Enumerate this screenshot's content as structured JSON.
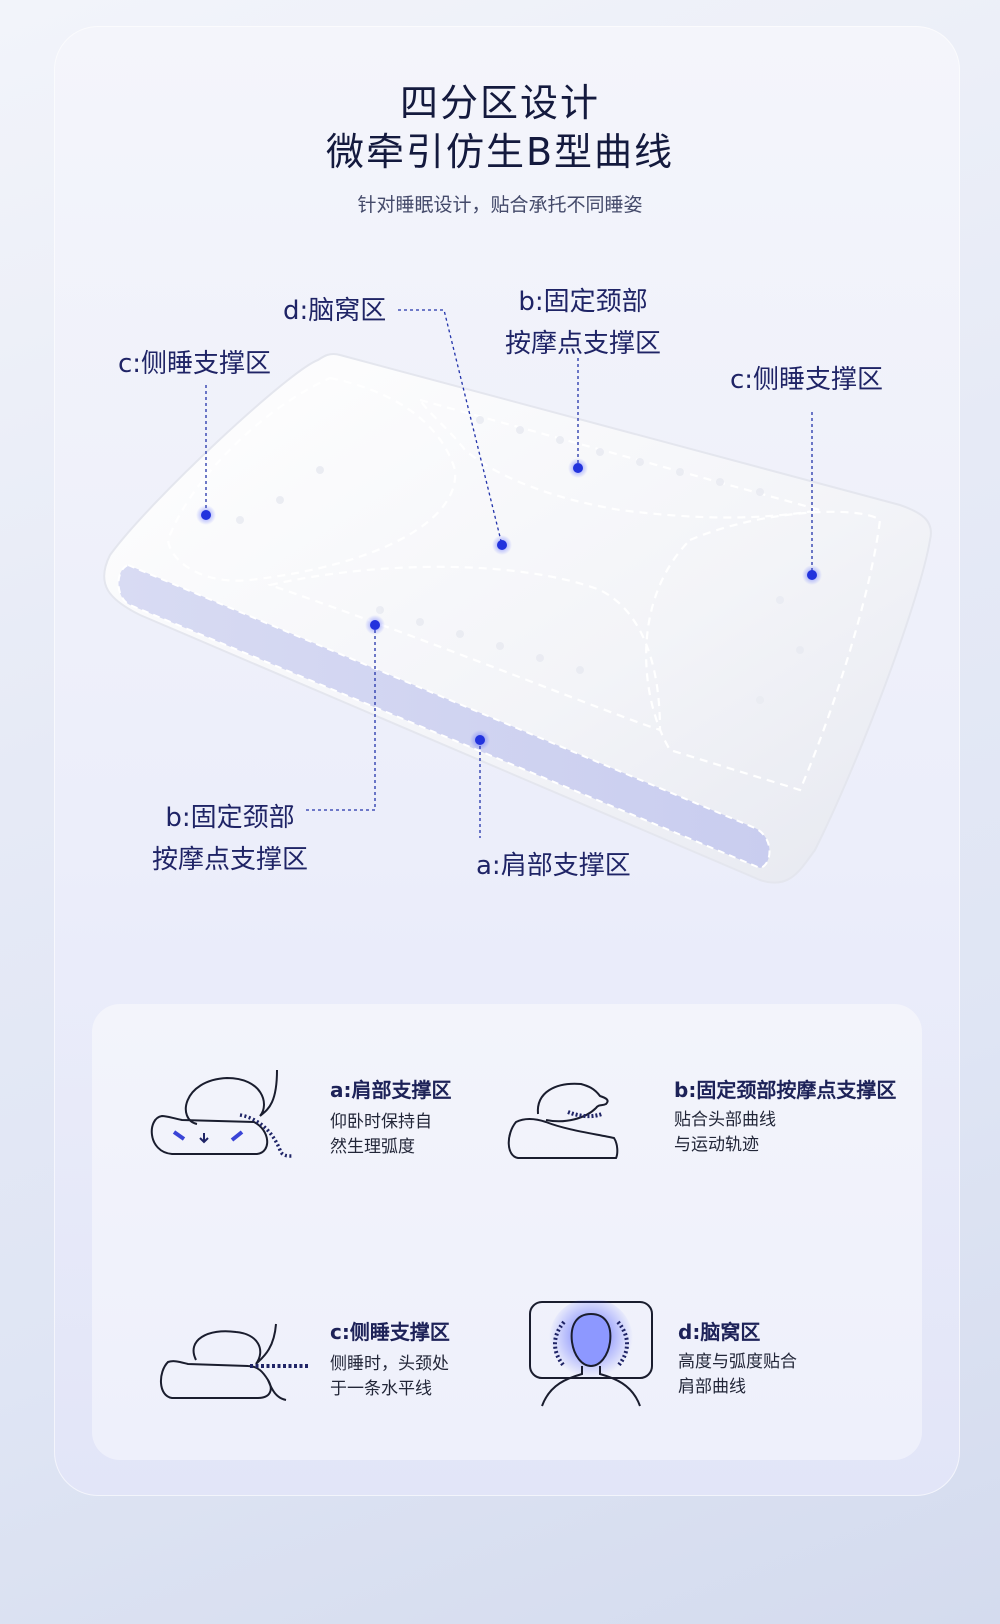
{
  "heading": {
    "line1": "四分区设计",
    "line2": "微牵引仿生B型曲线",
    "subtitle": "针对睡眠设计，贴合承托不同睡姿"
  },
  "diagram_labels": {
    "d_top": "d:脑窝区",
    "b_top_line1": "b:固定颈部",
    "b_top_line2": "按摩点支撑区",
    "c_left": "c:侧睡支撑区",
    "c_right": "c:侧睡支撑区",
    "b_bottom_line1": "b:固定颈部",
    "b_bottom_line2": "按摩点支撑区",
    "a_bottom": "a:肩部支撑区"
  },
  "features": [
    {
      "title": "a:肩部支撑区",
      "desc_line1": "仰卧时保持自",
      "desc_line2": "然生理弧度",
      "icon": "supine-shoulder-icon"
    },
    {
      "title": "b:固定颈部按摩点支撑区",
      "desc_line1": "贴合头部曲线",
      "desc_line2": "与运动轨迹",
      "icon": "neck-support-icon"
    },
    {
      "title": "c:侧睡支撑区",
      "desc_line1": "侧睡时，头颈处",
      "desc_line2": "于一条水平线",
      "icon": "side-sleep-icon"
    },
    {
      "title": "d:脑窝区",
      "desc_line1": "高度与弧度贴合",
      "desc_line2": "肩部曲线",
      "icon": "head-hollow-icon"
    }
  ],
  "colors": {
    "accent": "#2233dd",
    "navy": "#1f2466",
    "band": "#d3d6f4"
  }
}
